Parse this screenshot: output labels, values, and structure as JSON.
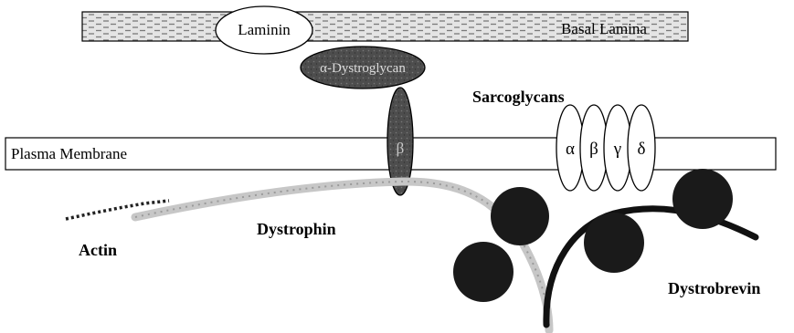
{
  "labels": {
    "laminin": "Laminin",
    "basal_lamina": "Basal Lamina",
    "alpha_dystroglycan": "α-Dystroglycan",
    "beta_dystroglycan": "β",
    "sarcoglycans": "Sarcoglycans",
    "plasma_membrane": "Plasma Membrane",
    "sarcoglycan_subunits": [
      "α",
      "β",
      "γ",
      "δ"
    ],
    "dystrophin": "Dystrophin",
    "actin": "Actin",
    "dystrobrevin": "Dystrobrevin"
  },
  "colors": {
    "basal_lamina_fill": "#e4e4e4",
    "basal_lamina_hatch": "#7a7a7a",
    "dark_protein": "#1a1a1a",
    "alpha_dystroglycan_fill": "#555555",
    "beta_dystroglycan_fill": "#4a4a4a",
    "dystrophin_stroke": "#c7c7c7",
    "dystrobrevin_stroke": "#111111"
  }
}
